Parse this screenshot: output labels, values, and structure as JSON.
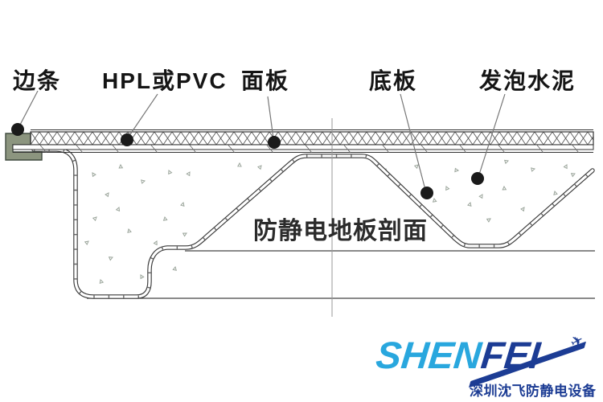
{
  "annotations": {
    "labels": [
      {
        "text": "边条"
      },
      {
        "text": "HPL或PVC"
      },
      {
        "text": "面板"
      },
      {
        "text": "底板"
      },
      {
        "text": "发泡水泥"
      }
    ],
    "caption": "防静电地板剖面"
  },
  "logo": {
    "name_part1": "SHEN",
    "name_part2": "FEI",
    "subtitle": "深圳沈飞防静电设备",
    "plane_glyph": "✈",
    "color_light": "#29A7DE",
    "color_dark": "#1C3C94"
  },
  "diagram_colors": {
    "edge_strip": "#8C957F",
    "line": "#3A3A3A",
    "speckle": "#9AA49A",
    "dot": "#1A1A1A"
  }
}
